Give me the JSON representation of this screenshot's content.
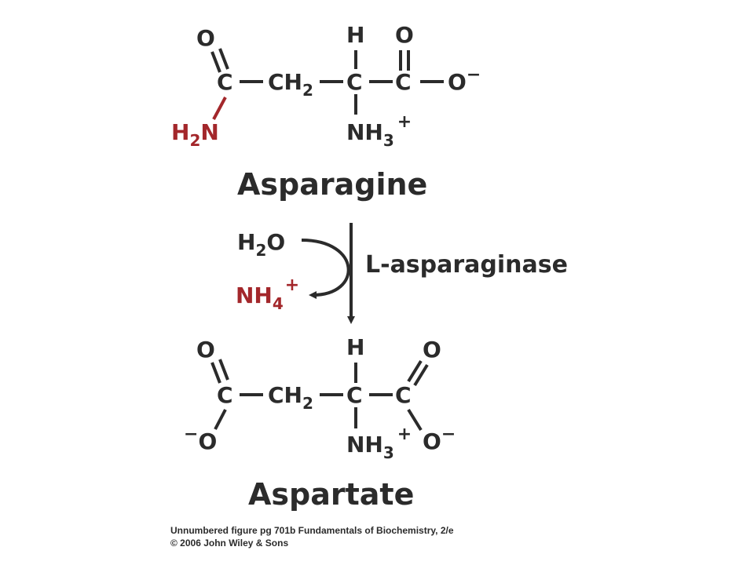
{
  "reactant": {
    "name": "Asparagine",
    "atoms": {
      "o_amide": "O",
      "c_amide": "C",
      "ch2": "CH",
      "ch2_sub": "2",
      "c_alpha": "C",
      "h_alpha": "H",
      "c_carboxyl": "C",
      "o_carbonyl": "O",
      "o_minus": "O",
      "o_minus_charge": "−",
      "h2n_h": "H",
      "h2n_sub": "2",
      "h2n_n": "N",
      "nh3": "NH",
      "nh3_sub": "3",
      "nh3_charge": "+"
    }
  },
  "reaction": {
    "enzyme": "L-asparaginase",
    "reagent_in": "H",
    "reagent_in_sub": "2",
    "reagent_in_tail": "O",
    "product_out": "NH",
    "product_out_sub": "4",
    "product_out_charge": "+"
  },
  "product": {
    "name": "Aspartate",
    "atoms": {
      "o_left": "O",
      "c_left": "C",
      "ch2": "CH",
      "ch2_sub": "2",
      "c_alpha": "C",
      "h_alpha": "H",
      "c_right": "C",
      "o_right_top": "O",
      "o_left_minus_charge": "−",
      "o_left_minus": "O",
      "nh3": "NH",
      "nh3_sub": "3",
      "nh3_charge": "+",
      "o_right_minus": "O",
      "o_right_minus_charge": "−"
    }
  },
  "caption": {
    "line1": "Unnumbered figure pg 701b  Fundamentals of Biochemistry, 2/e",
    "line2": "© 2006 John Wiley & Sons"
  },
  "colors": {
    "text": "#2b2b2b",
    "highlight_red": "#a3272b",
    "background": "#ffffff"
  }
}
